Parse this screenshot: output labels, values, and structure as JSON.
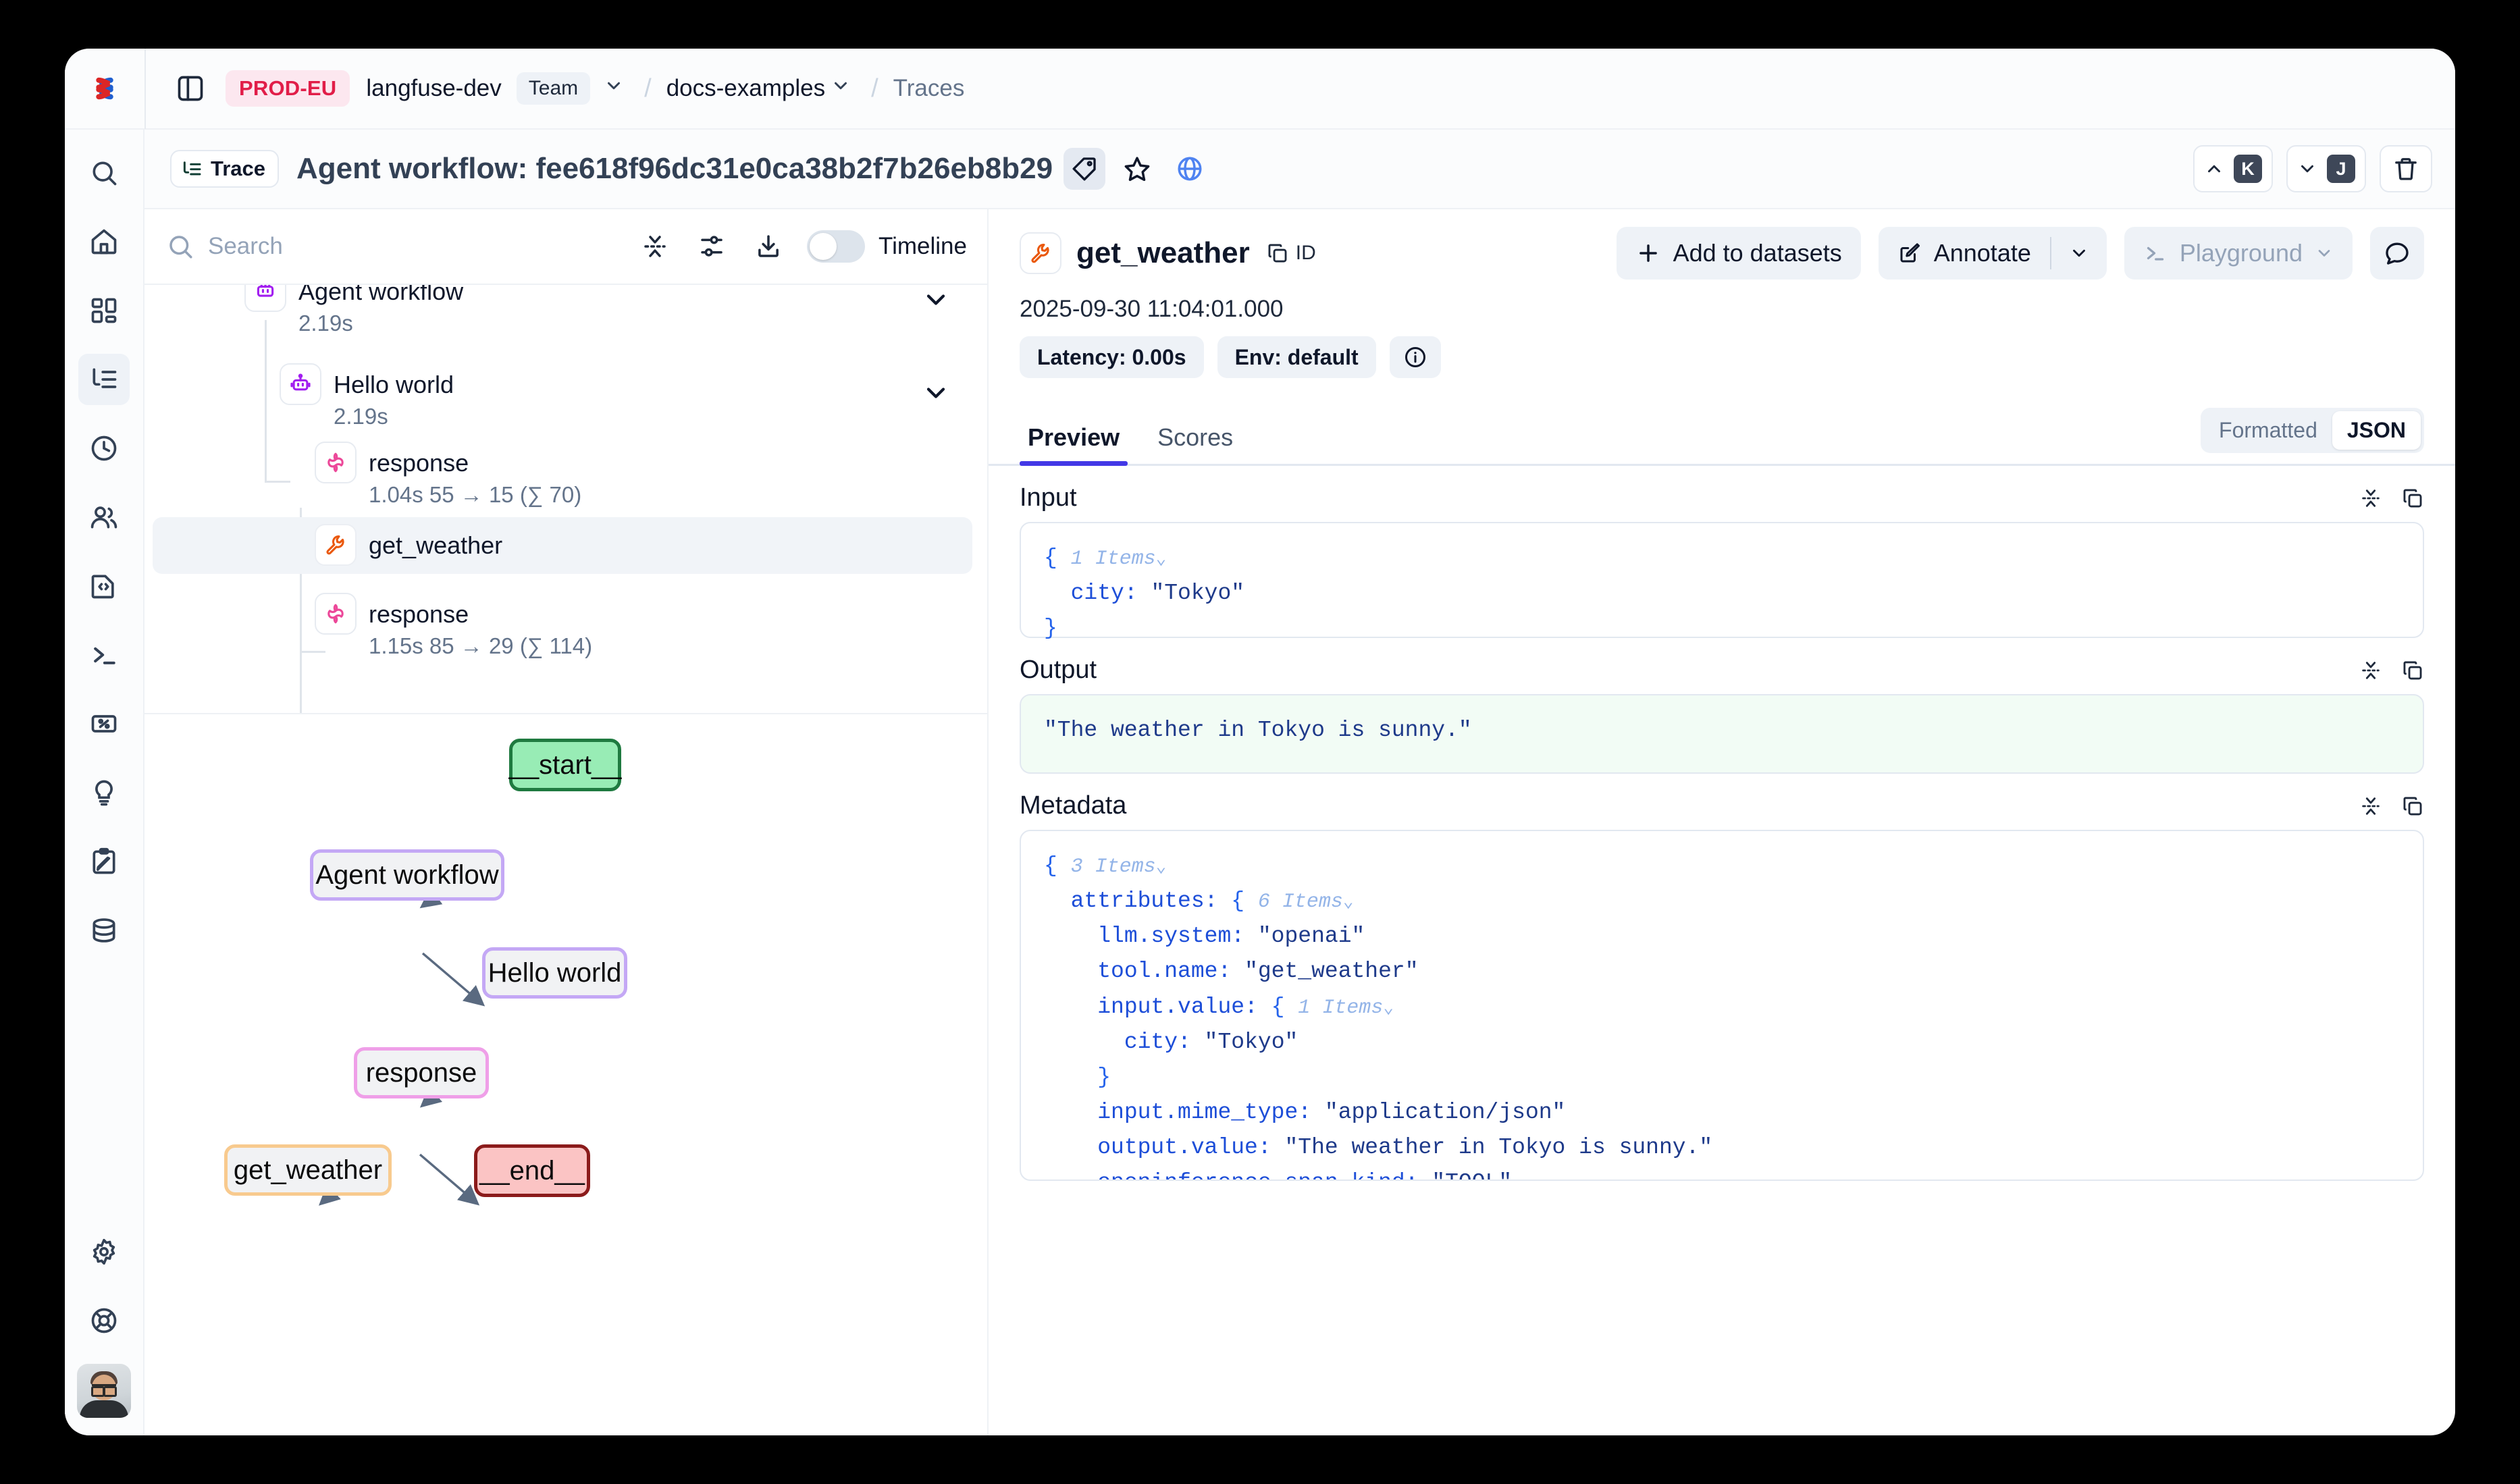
{
  "topbar": {
    "logo_icon": "langfuse-logo-icon",
    "panel_toggle_icon": "panel-left-icon",
    "env_badge": "PROD-EU",
    "org": "langfuse-dev",
    "team_chip": "Team",
    "project": "docs-examples",
    "section": "Traces",
    "separator": "/"
  },
  "rail": {
    "items": [
      {
        "name": "search",
        "icon": "search-icon"
      },
      {
        "name": "home",
        "icon": "home-icon"
      },
      {
        "name": "dashboards",
        "icon": "grid-icon"
      },
      {
        "name": "tracing",
        "icon": "tracing-list-icon",
        "active": true
      },
      {
        "name": "sessions",
        "icon": "clock-icon"
      },
      {
        "name": "users",
        "icon": "users-icon"
      },
      {
        "name": "prompts",
        "icon": "code-file-icon"
      },
      {
        "name": "playground",
        "icon": "terminal-icon"
      },
      {
        "name": "evaluation",
        "icon": "percent-box-icon"
      },
      {
        "name": "llm-as-judge",
        "icon": "lightbulb-icon"
      },
      {
        "name": "annotation-queues",
        "icon": "clipboard-pen-icon"
      },
      {
        "name": "datasets",
        "icon": "database-icon"
      },
      {
        "name": "settings",
        "icon": "gear-icon"
      },
      {
        "name": "support",
        "icon": "lifebuoy-icon"
      }
    ],
    "avatar": "user-avatar"
  },
  "trace_header": {
    "chip_icon": "trace-list-icon",
    "chip_label": "Trace",
    "title": "Agent workflow: fee618f96dc31e0ca38b2f7b26eb8b29",
    "tag_icon": "tag-icon",
    "star_icon": "star-icon",
    "globe_icon": "globe-icon",
    "prev_label": "K",
    "next_label": "J",
    "prev_icon": "chevron-up-icon",
    "next_icon": "chevron-down-icon",
    "delete_icon": "trash-icon"
  },
  "left_pane": {
    "toolbar": {
      "search_icon": "search-icon",
      "search_value": "",
      "search_placeholder": "Search",
      "collapse_icon": "collapse-vertical-icon",
      "settings_icon": "sliders-icon",
      "download_icon": "download-icon",
      "timeline_label": "Timeline",
      "timeline_on": false
    },
    "tree": [
      {
        "name": "Agent workflow",
        "meta": "2.19s",
        "icon": "agent-bot-icon",
        "depth": 0,
        "expandable": true,
        "selected": false
      },
      {
        "name": "Hello world",
        "meta": "2.19s",
        "icon": "robot-icon",
        "depth": 1,
        "expandable": true,
        "selected": false
      },
      {
        "name": "response",
        "meta": "1.04s  55 → 15 (∑ 70)",
        "icon": "generation-icon",
        "depth": 2,
        "expandable": false,
        "selected": false
      },
      {
        "name": "get_weather",
        "meta": "",
        "icon": "wrench-icon",
        "depth": 2,
        "expandable": false,
        "selected": true
      },
      {
        "name": "response",
        "meta": "1.15s  85 → 29 (∑ 114)",
        "icon": "generation-icon",
        "depth": 2,
        "expandable": false,
        "selected": false
      }
    ],
    "graph": {
      "nodes": [
        {
          "id": "start",
          "label": "__start__",
          "style": "start"
        },
        {
          "id": "agent",
          "label": "Agent workflow",
          "style": "purple"
        },
        {
          "id": "hello",
          "label": "Hello world",
          "style": "purple"
        },
        {
          "id": "response",
          "label": "response",
          "style": "pink"
        },
        {
          "id": "weather",
          "label": "get_weather",
          "style": "orange"
        },
        {
          "id": "end",
          "label": "__end__",
          "style": "endn"
        }
      ],
      "edges": [
        {
          "from": "start",
          "to": "agent"
        },
        {
          "from": "agent",
          "to": "hello"
        },
        {
          "from": "hello",
          "to": "response"
        },
        {
          "from": "response",
          "to": "weather",
          "bidirectional": true
        },
        {
          "from": "response",
          "to": "end"
        }
      ]
    }
  },
  "right_pane": {
    "observation_icon": "wrench-icon",
    "observation_name": "get_weather",
    "copy_icon": "copy-icon",
    "copy_label": "ID",
    "add_to_datasets_label": "Add to datasets",
    "add_icon": "plus-icon",
    "annotate_label": "Annotate",
    "annotate_icon": "pencil-square-icon",
    "annotate_caret_icon": "chevron-down-icon",
    "playground_label": "Playground",
    "playground_icon": "terminal-icon",
    "playground_caret_icon": "chevron-down-icon",
    "comment_icon": "comment-icon",
    "timestamp": "2025-09-30 11:04:01.000",
    "pills": [
      {
        "label": "Latency: 0.00s",
        "name": "latency-pill"
      },
      {
        "label": "Env: default",
        "name": "environment-pill"
      }
    ],
    "info_icon": "info-icon",
    "tabs": [
      {
        "label": "Preview",
        "active": true
      },
      {
        "label": "Scores",
        "active": false
      }
    ],
    "view_modes": [
      {
        "label": "Formatted",
        "active": false
      },
      {
        "label": "JSON",
        "active": true
      }
    ],
    "sections": {
      "input": {
        "title": "Input",
        "expand_icon": "collapse-vertical-icon",
        "copy_icon": "copy-icon",
        "lines": [
          {
            "indent": 0,
            "brace": "{",
            "items": "1 Items",
            "caret": "⌄"
          },
          {
            "indent": 1,
            "key": "city:",
            "value": "\"Tokyo\""
          },
          {
            "indent": 0,
            "brace": "}"
          }
        ]
      },
      "output": {
        "title": "Output",
        "expand_icon": "collapse-vertical-icon",
        "copy_icon": "copy-icon",
        "value": "\"The weather in Tokyo is sunny.\""
      },
      "metadata": {
        "title": "Metadata",
        "expand_icon": "collapse-vertical-icon",
        "copy_icon": "copy-icon",
        "lines": [
          {
            "indent": 0,
            "brace": "{",
            "items": "3 Items",
            "caret": "⌄"
          },
          {
            "indent": 1,
            "key": "attributes:",
            "brace": "{",
            "items": "6 Items",
            "caret": "⌄"
          },
          {
            "indent": 2,
            "key": "llm.system:",
            "value": "\"openai\""
          },
          {
            "indent": 2,
            "key": "tool.name:",
            "value": "\"get_weather\""
          },
          {
            "indent": 2,
            "key": "input.value:",
            "brace": "{",
            "items": "1 Items",
            "caret": "⌄"
          },
          {
            "indent": 3,
            "key": "city:",
            "value": "\"Tokyo\""
          },
          {
            "indent": 2,
            "brace": "}"
          },
          {
            "indent": 2,
            "key": "input.mime_type:",
            "value": "\"application/json\""
          },
          {
            "indent": 2,
            "key": "output.value:",
            "value": "\"The weather in Tokyo is sunny.\""
          },
          {
            "indent": 2,
            "key": "openinference.span.kind:",
            "value": "\"TOOL\""
          },
          {
            "indent": 1,
            "brace": "}"
          }
        ]
      }
    }
  },
  "colors": {
    "accent": "#4338e6",
    "prod_badge_bg": "#fce7ef",
    "prod_badge_fg": "#e11d48",
    "selected_row": "#f1f4f8",
    "start_node": "#98ecb5",
    "end_node": "#fbc4c4",
    "json_key": "#1d4ed8"
  }
}
